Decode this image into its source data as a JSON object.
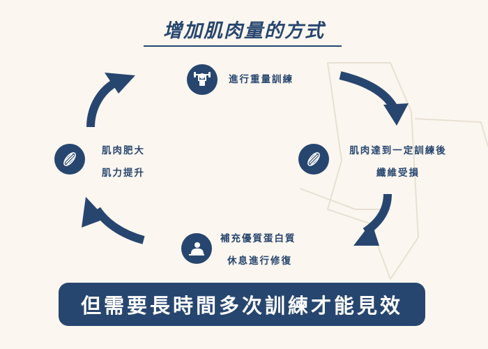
{
  "title": "增加肌肉量的方式",
  "steps": [
    {
      "icon": "dumbbell-lifter-icon",
      "lines": [
        "進行重量訓練"
      ]
    },
    {
      "icon": "muscle-fiber-icon",
      "lines": [
        "肌肉達到一定訓練後",
        "纖維受損"
      ]
    },
    {
      "icon": "resting-person-icon",
      "lines": [
        "補充優質蛋白質",
        "休息進行修復"
      ]
    },
    {
      "icon": "muscle-fiber-icon",
      "lines": [
        "肌肉肥大",
        "肌力提升"
      ]
    }
  ],
  "conclusion": "但需要長時間多次訓練才能見效",
  "colors": {
    "primary": "#27466f",
    "background": "#fbf6ef",
    "sketch": "#e8e0d4"
  }
}
